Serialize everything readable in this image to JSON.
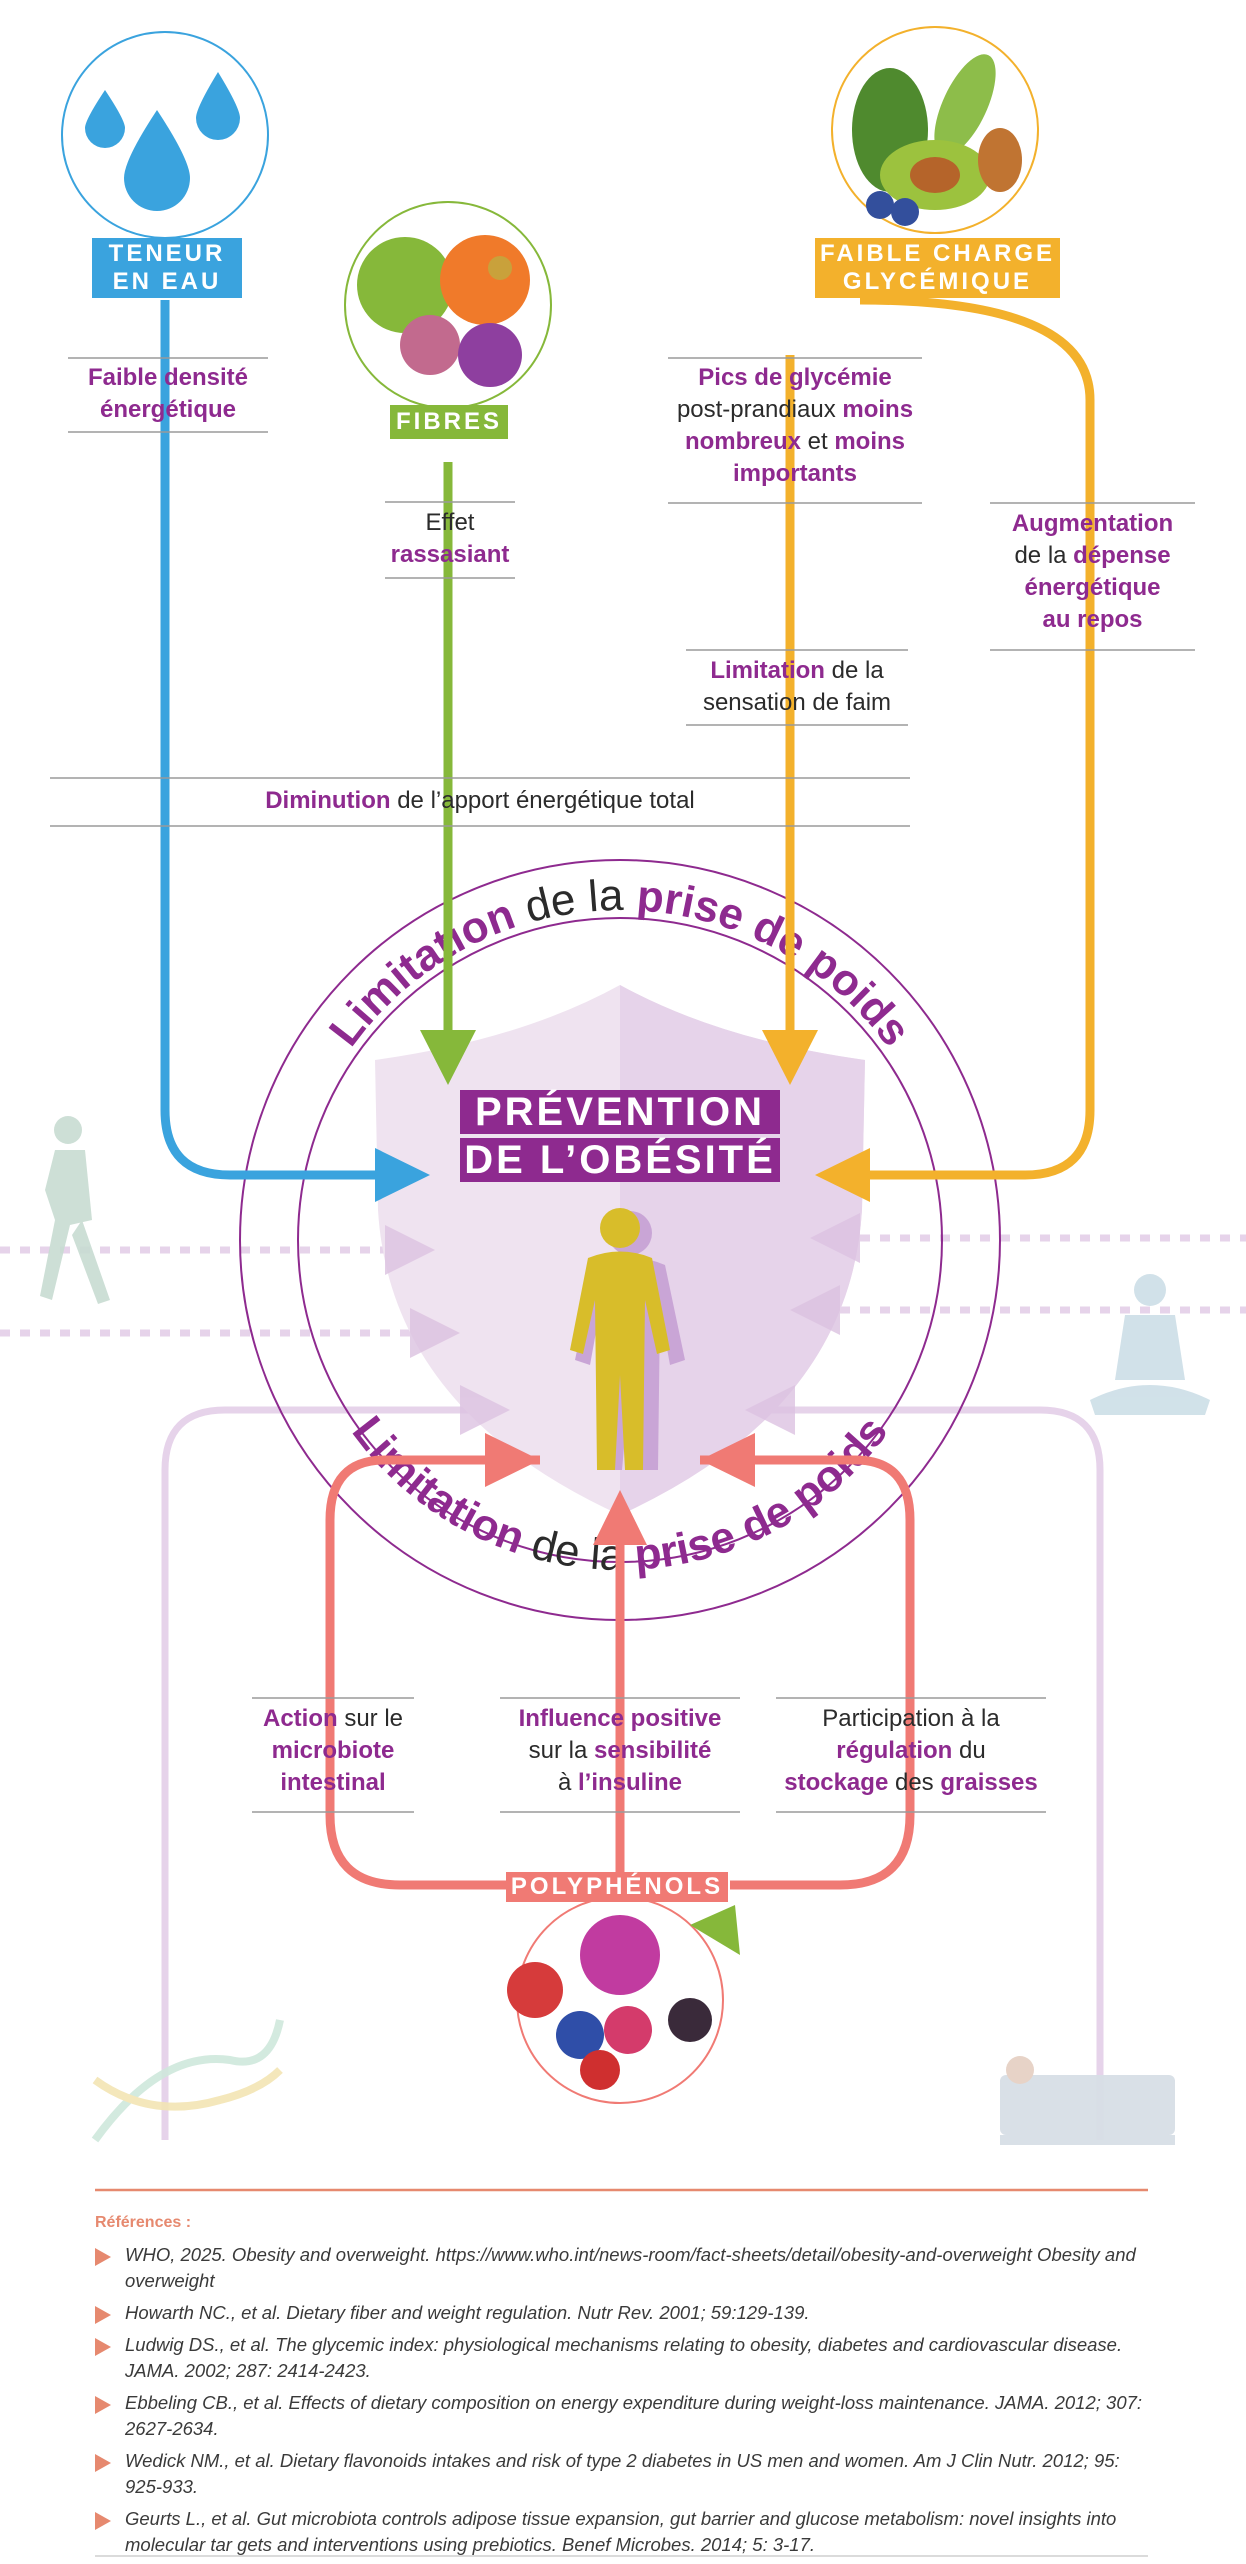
{
  "colors": {
    "water": "#3aa3de",
    "fibre": "#86b83a",
    "glycemic": "#f3b12c",
    "polyphenol": "#f07a74",
    "purple": "#8e2a8f",
    "lilac": "#e6d3ea"
  },
  "icons": {
    "water": "water-drops-icon",
    "fibre": "fruits-icon",
    "glycemic": "avocado-icon",
    "polyphenol": "berries-icon",
    "runner": "runner-icon",
    "meditation": "meditation-icon",
    "dna": "dna-icon",
    "sleep": "sleeping-person-icon",
    "human": "human-silhouette-icon",
    "shield": "shield-icon"
  },
  "tags": {
    "water_l1": "TENEUR",
    "water_l2": "EN EAU",
    "fibre": "FIBRES",
    "glycemic_l1": "FAIBLE CHARGE",
    "glycemic_l2": "GLYCÉMIQUE",
    "polyphenol": "POLYPHÉNOLS"
  },
  "labels": {
    "density_b1": "Faible densité",
    "density_b2": "énergétique",
    "satiety_t1": "Effet",
    "satiety_b1": "rassasiant",
    "peaks_b1": "Pics de glycémie",
    "peaks_t1": "post-prandiaux",
    "peaks_b2": "moins",
    "peaks_b3": "nombreux",
    "peaks_t2": "et",
    "peaks_b4": "moins",
    "peaks_b5": "importants",
    "expense_b1": "Augmentation",
    "expense_t1": "de la",
    "expense_b2": "dépense",
    "expense_b3": "énergétique",
    "expense_b4": "au repos",
    "hunger_b1": "Limitation",
    "hunger_t1": "de la",
    "hunger_t2": "sensation de faim",
    "intake_b1": "Diminution",
    "intake_t1": "de l’apport énergétique total",
    "microbiota_b1": "Action",
    "microbiota_t1": "sur le",
    "microbiota_b2": "microbiote",
    "microbiota_b3": "intestinal",
    "insulin_b1": "Influence positive",
    "insulin_t1": "sur la",
    "insulin_b2": "sensibilité",
    "insulin_t2": "à",
    "insulin_b3": "l’insuline",
    "storage_t1": "Participation à la",
    "storage_b1": "régulation",
    "storage_t2": "du",
    "storage_b2": "stockage",
    "storage_t3": "des",
    "storage_b3": "graisses"
  },
  "center": {
    "prevention_l1": "PRÉVENTION",
    "prevention_l2": "DE L’OBÉSITÉ",
    "ring_a": "Limitation",
    "ring_b": " de la ",
    "ring_c": "prise de poids"
  },
  "references": {
    "title": "Références :",
    "items": [
      "WHO, 2025. Obesity and overweight. https://www.who.int/news-room/fact-sheets/detail/obesity-and-overweight Obesity and overweight",
      "Howarth NC., et al. Dietary fiber and weight regulation. Nutr Rev. 2001; 59:129-139.",
      "Ludwig DS., et al. The glycemic index: physiological mechanisms relating to obesity, diabetes and cardiovascular disease. JAMA. 2002; 287: 2414-2423.",
      "Ebbeling CB., et al. Effects of dietary composition on energy expenditure during weight-loss maintenance. JAMA. 2012; 307: 2627-2634.",
      "Wedick NM., et al. Dietary flavonoids intakes and risk of type 2 diabetes in US men and women. Am J Clin Nutr. 2012; 95: 925-933.",
      "Geurts L., et al. Gut microbiota controls adipose tissue expansion, gut barrier and glucose metabolism: novel insights into molecular tar gets and interventions using prebiotics. Benef Microbes. 2014; 5: 3-17."
    ]
  }
}
